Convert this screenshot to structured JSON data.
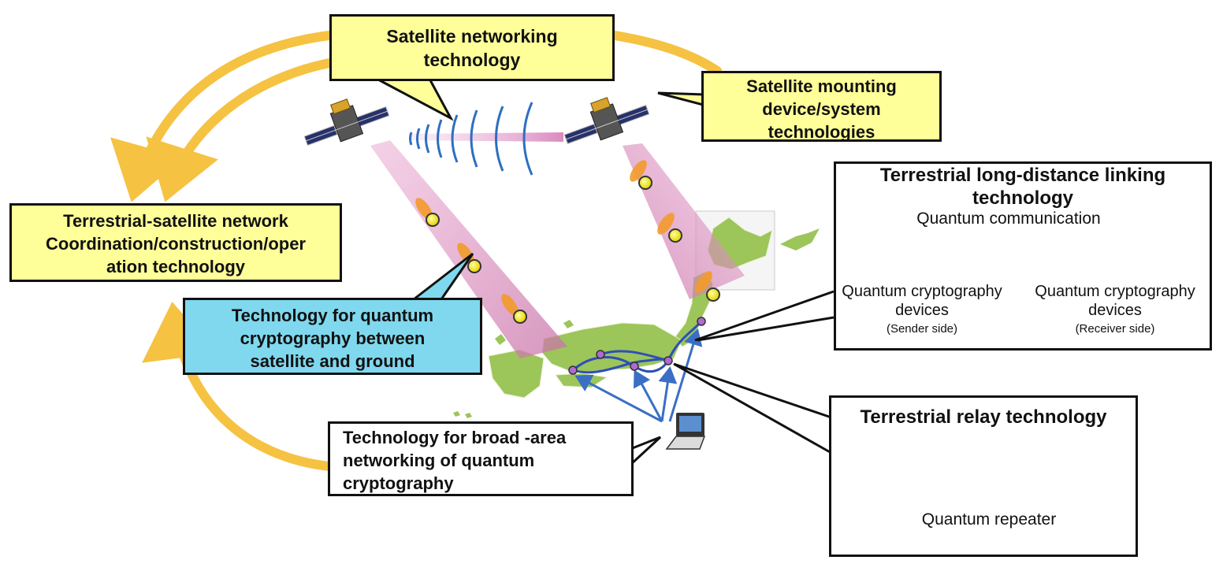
{
  "callouts": {
    "satellite_networking": [
      "Satellite networking",
      "technology"
    ],
    "satellite_mounting": [
      "Satellite mounting",
      "device/system",
      "technologies"
    ],
    "terrestrial_satellite": [
      "Terrestrial-satellite network",
      "Coordination/construction/oper",
      "ation technology"
    ],
    "quantum_crypto_sat": [
      "Technology for quantum",
      "cryptography between",
      "satellite and ground"
    ],
    "broad_area": [
      "Technology for broad -area",
      "networking of quantum",
      "cryptography"
    ]
  },
  "long_distance_panel": {
    "title": [
      "Terrestrial long-distance linking",
      "technology"
    ],
    "channel_label": "Quantum communication",
    "sender_label": [
      "Quantum cryptography",
      "devices"
    ],
    "sender_side": "(Sender side)",
    "receiver_label": [
      "Quantum cryptography",
      "devices"
    ],
    "receiver_side": "(Receiver side)"
  },
  "relay_panel": {
    "title": "Terrestrial relay technology",
    "repeater_label": "Quantum repeater"
  },
  "colors": {
    "callout_yellow": "#ffff99",
    "callout_cyan": "#7fd8ee",
    "arrow_orange": "#f5c242",
    "beam_pink": "#d977b5",
    "land_green": "#9cc55a",
    "network_blue": "#2e5bbf",
    "node_purple": "#b06ad0",
    "photon_yellow": "#f2e600"
  }
}
